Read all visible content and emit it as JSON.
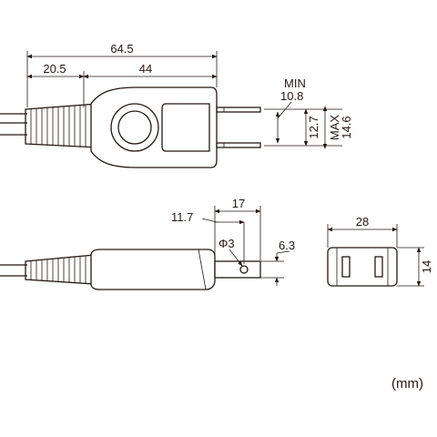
{
  "top_view": {
    "overall_length": "64.5",
    "strain_relief_length": "20.5",
    "body_length": "44",
    "blade_spacing_min_label": "MIN",
    "blade_spacing_min": "10.8",
    "blade_spacing_nominal": "12.7",
    "blade_spacing_max_label": "MAX",
    "blade_spacing_max": "14.6"
  },
  "side_view": {
    "blade_length": "17",
    "pin_hole_position": "11.7",
    "pin_hole_diameter": "Φ3",
    "blade_thickness": "6.3"
  },
  "end_view": {
    "width": "28",
    "height": "14"
  },
  "unit": "(mm)",
  "colors": {
    "line": "#231815",
    "background": "#ffffff"
  }
}
